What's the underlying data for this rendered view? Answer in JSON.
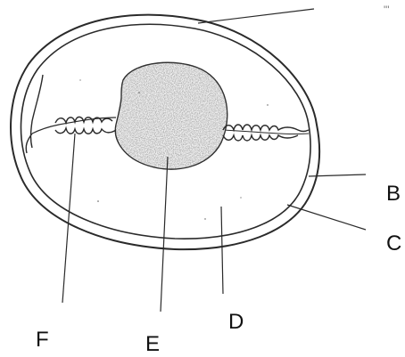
{
  "diagram": {
    "labels": {
      "b": "B",
      "c": "C",
      "d": "D",
      "e": "E",
      "f": "F"
    },
    "corner_mark": "\"'",
    "colors": {
      "ink": "#2a2a2a",
      "stipple": "#555555",
      "background": "#ffffff"
    }
  }
}
